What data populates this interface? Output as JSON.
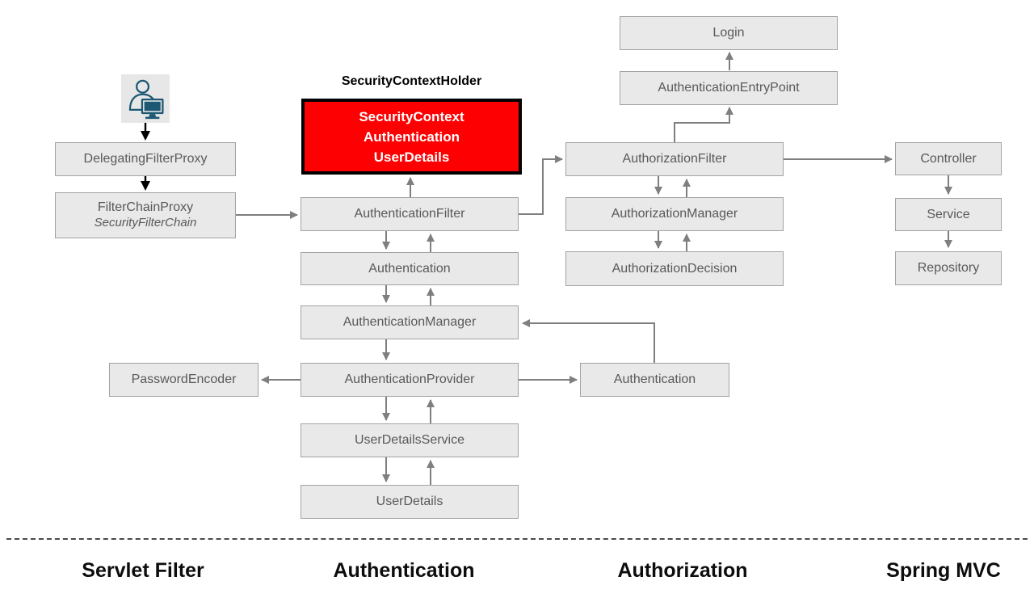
{
  "title": "SecurityContextHolder",
  "context_holder": {
    "lines": [
      "SecurityContext",
      "Authentication",
      "UserDetails"
    ]
  },
  "nodes": {
    "login": "Login",
    "authentication_entry_point": "AuthenticationEntryPoint",
    "authorization_filter": "AuthorizationFilter",
    "authorization_manager": "AuthorizationManager",
    "authorization_decision": "AuthorizationDecision",
    "controller": "Controller",
    "service": "Service",
    "repository": "Repository",
    "delegating_filter_proxy": "DelegatingFilterProxy",
    "filter_chain_proxy": "FilterChainProxy",
    "security_filter_chain": "SecurityFilterChain",
    "authentication_filter": "AuthenticationFilter",
    "authentication": "Authentication",
    "authentication_manager": "AuthenticationManager",
    "authentication_provider": "AuthenticationProvider",
    "password_encoder": "PasswordEncoder",
    "authentication_result": "Authentication",
    "user_details_service": "UserDetailsService",
    "user_details": "UserDetails"
  },
  "lanes": [
    "Servlet Filter",
    "Authentication",
    "Authorization",
    "Spring MVC"
  ],
  "icons": {
    "user": "user-at-computer-icon"
  },
  "colors": {
    "box_fill": "#e9e9e9",
    "box_border": "#a3a3a3",
    "box_text": "#595959",
    "connector_gray": "#7f7f7f",
    "connector_black": "#000000",
    "highlight_fill": "#fd0002",
    "highlight_border": "#000000",
    "highlight_text": "#ffffff",
    "icon_color": "#1d5873"
  }
}
